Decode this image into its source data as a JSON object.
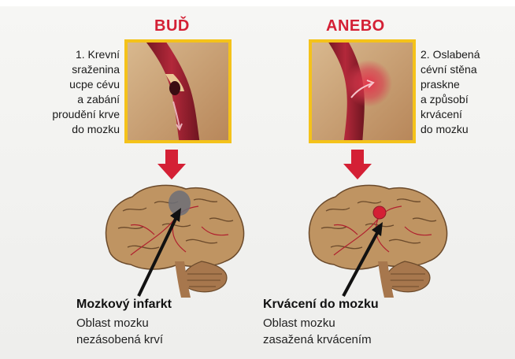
{
  "left": {
    "header": "BUĎ",
    "caption_lines": [
      "1. Krevní",
      "sraženina",
      "ucpe cévu",
      "a zabání",
      "proudění krve",
      "do mozku"
    ],
    "title": "Mozkový infarkt",
    "desc_lines": [
      "Oblast mozku",
      "nezásobená krví"
    ]
  },
  "right": {
    "header": "ANEBO",
    "caption_lines": [
      "2. Oslabená",
      "cévní stěna",
      "praskne",
      "a způsobí",
      "krvácení",
      "do mozku"
    ],
    "title": "Krvácení do mozku",
    "desc_lines": [
      "Oblast mozku",
      "zasažená krvácením"
    ]
  },
  "colors": {
    "accent_red": "#d42035",
    "frame_yellow": "#f4c21a",
    "vessel_red": "#8e1b28",
    "brain_tan": "#b98f5e"
  }
}
